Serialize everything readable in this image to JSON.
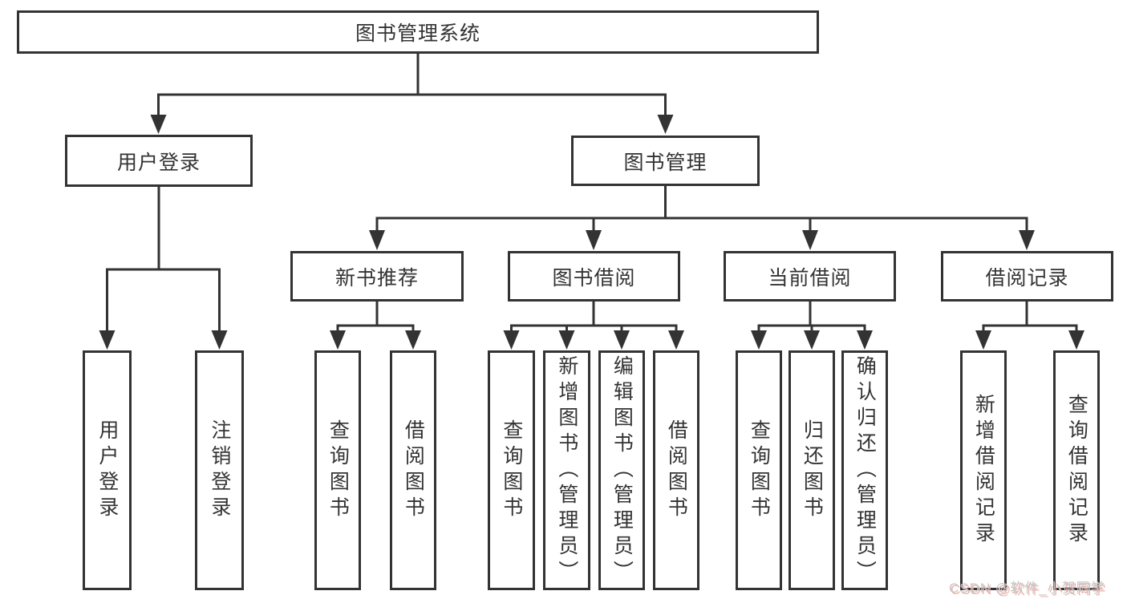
{
  "diagram": {
    "root": {
      "label": "图书管理系统"
    },
    "branches": {
      "user_login": {
        "label": "用户登录"
      },
      "book_management": {
        "label": "图书管理"
      }
    },
    "modules": {
      "new_book_recommend": {
        "label": "新书推荐"
      },
      "book_borrow": {
        "label": "图书借阅"
      },
      "current_borrow": {
        "label": "当前借阅"
      },
      "borrow_records": {
        "label": "借阅记录"
      }
    },
    "leaves": {
      "user_login": {
        "label": "用户登录"
      },
      "logout": {
        "label": "注销登录"
      },
      "nbr_query_books": {
        "label": "查询图书"
      },
      "nbr_borrow_books": {
        "label": "借阅图书"
      },
      "bb_query_books": {
        "label": "查询图书"
      },
      "bb_add_books_admin": {
        "label": "新增图书（管理员）"
      },
      "bb_edit_books_admin": {
        "label": "编辑图书（管理员）"
      },
      "bb_borrow_books": {
        "label": "借阅图书"
      },
      "cb_query_books": {
        "label": "查询图书"
      },
      "cb_return_books": {
        "label": "归还图书"
      },
      "cb_confirm_return_admin": {
        "label": "确认归还（管理员）"
      },
      "br_add_record": {
        "label": "新增借阅记录"
      },
      "br_query_record": {
        "label": "查询借阅记录"
      }
    }
  },
  "watermark": {
    "text": "CSDN @软件_小贺同学"
  },
  "colors": {
    "line": "#333333",
    "text": "#333333",
    "background": "#ffffff",
    "watermark_text": "#c6c6c6",
    "watermark_shadow": "#edb0a8"
  }
}
